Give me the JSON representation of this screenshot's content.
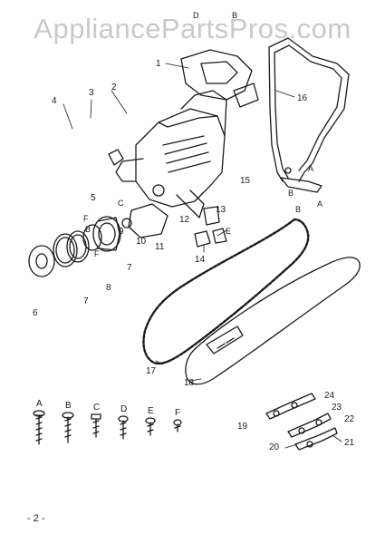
{
  "watermark": "AppliancePartsPros.com",
  "page_number": "- 2 -",
  "callouts": {
    "p1": "1",
    "p2": "2",
    "p3": "3",
    "p4": "4",
    "p5": "5",
    "p6": "6",
    "p7a": "7",
    "p7b": "7",
    "p8": "8",
    "p9": "9",
    "p10": "10",
    "p11": "11",
    "p12": "12",
    "p13": "13",
    "p14": "14",
    "p15": "15",
    "p16": "16",
    "p17": "17",
    "p18": "18",
    "p19": "19",
    "p20": "20",
    "p21": "21",
    "p22": "22",
    "p23": "23",
    "p24": "24",
    "lD_top": "D",
    "lB_top": "B",
    "lF1": "F",
    "lF2": "F",
    "lC": "C",
    "lE": "E",
    "lA_handle": "A",
    "lB_handle": "B",
    "lB_handle2": "B",
    "lA_handle2": "A",
    "lB_ring": "B"
  },
  "fasteners": {
    "A": "A",
    "B": "B",
    "C": "C",
    "D": "D",
    "E": "E",
    "F": "F"
  },
  "colors": {
    "ink": "#1a1a1a",
    "watermark": "#c9c9c9"
  }
}
